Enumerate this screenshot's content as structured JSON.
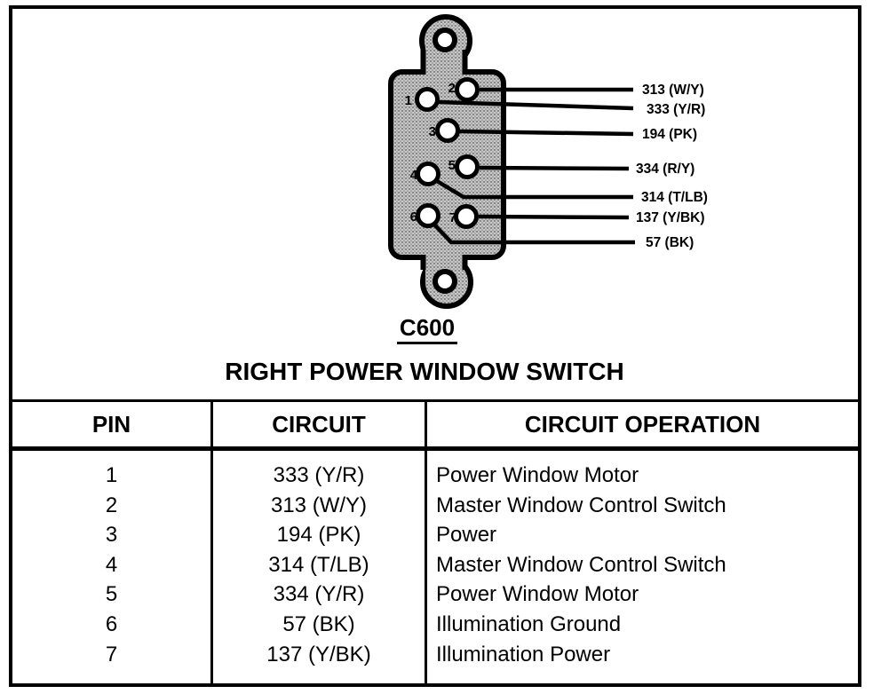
{
  "connector": {
    "id": "C600",
    "title": "RIGHT POWER WINDOW SWITCH",
    "pin_numbers": [
      "1",
      "2",
      "3",
      "4",
      "5",
      "6",
      "7"
    ],
    "callouts": [
      {
        "pin": "2",
        "label": "313 (W/Y)"
      },
      {
        "pin": "1",
        "label": "333 (Y/R)"
      },
      {
        "pin": "3",
        "label": "194 (PK)"
      },
      {
        "pin": "5",
        "label": "334 (R/Y)"
      },
      {
        "pin": "4",
        "label": "314 (T/LB)"
      },
      {
        "pin": "7",
        "label": "137 (Y/BK)"
      },
      {
        "pin": "6",
        "label": "57 (BK)"
      }
    ]
  },
  "table": {
    "headers": {
      "pin": "PIN",
      "circuit": "CIRCUIT",
      "operation": "CIRCUIT OPERATION"
    },
    "rows": [
      {
        "pin": "1",
        "circuit": "333 (Y/R)",
        "operation": "Power Window Motor"
      },
      {
        "pin": "2",
        "circuit": "313 (W/Y)",
        "operation": "Master Window Control Switch"
      },
      {
        "pin": "3",
        "circuit": "194 (PK)",
        "operation": "Power"
      },
      {
        "pin": "4",
        "circuit": "314 (T/LB)",
        "operation": "Master Window Control Switch"
      },
      {
        "pin": "5",
        "circuit": "334 (Y/R)",
        "operation": "Power Window Motor"
      },
      {
        "pin": "6",
        "circuit": "57 (BK)",
        "operation": "Illumination Ground"
      },
      {
        "pin": "7",
        "circuit": "137 (Y/BK)",
        "operation": "Illumination Power"
      }
    ]
  },
  "colors": {
    "ink": "#000000",
    "connector_fill": "#c9c9c9",
    "background": "#ffffff"
  }
}
